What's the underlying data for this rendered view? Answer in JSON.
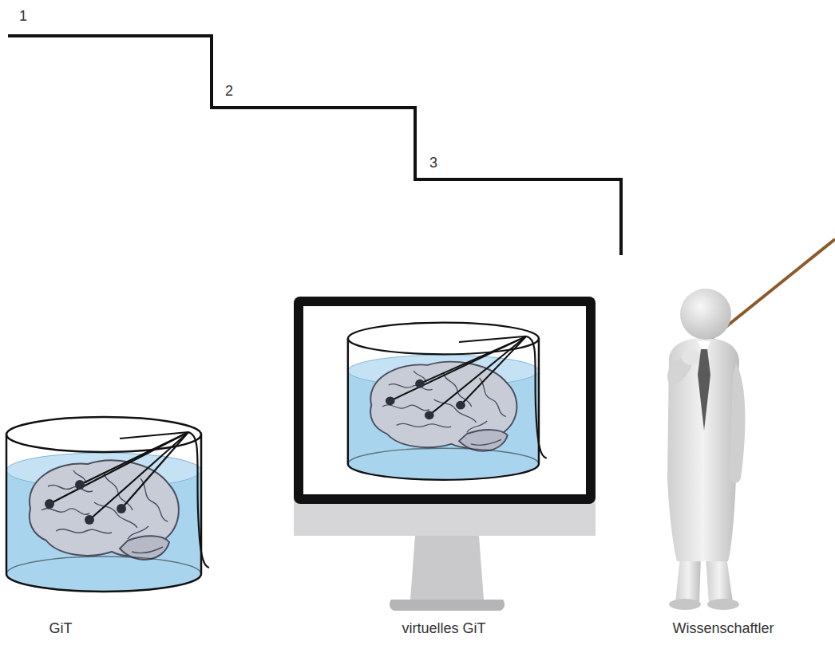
{
  "diagram": {
    "labels": [
      "1",
      "2",
      "3",
      "GiT",
      "virtuelles GiT",
      "Wissenschaftler"
    ]
  }
}
